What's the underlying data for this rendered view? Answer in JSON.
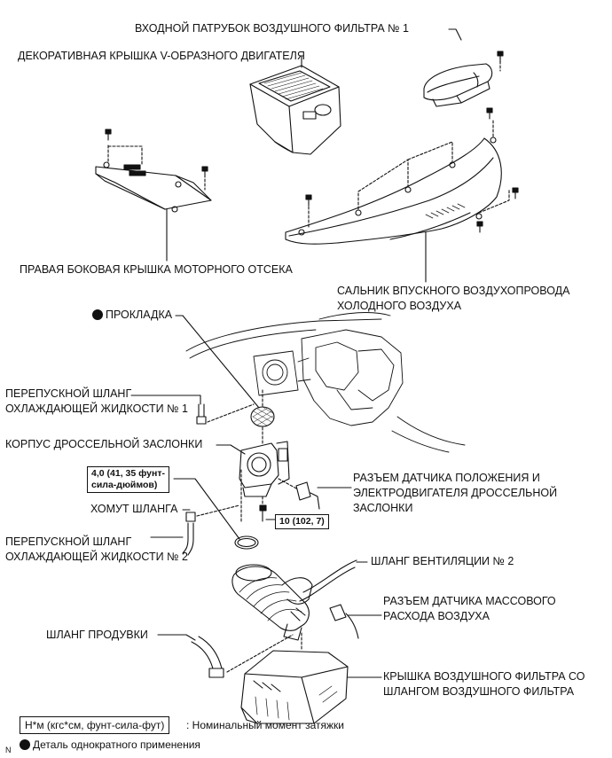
{
  "labels": {
    "air_filter_inlet": "ВХОДНОЙ ПАТРУБОК ВОЗДУШНОГО ФИЛЬТРА № 1",
    "v_engine_cover": "ДЕКОРАТИВНАЯ КРЫШКА V-ОБРАЗНОГО ДВИГАТЕЛЯ",
    "right_side_cover": "ПРАВАЯ БОКОВАЯ КРЫШКА МОТОРНОГО ОТСЕКА",
    "cold_air_seal_1": "САЛЬНИК ВПУСКНОГО ВОЗДУХОПРОВОДА",
    "cold_air_seal_2": "ХОЛОДНОГО ВОЗДУХА",
    "gasket": "ПРОКЛАДКА",
    "coolant_bypass_1_line1": "ПЕРЕПУСКНОЙ ШЛАНГ",
    "coolant_bypass_1_line2": "ОХЛАЖДАЮЩЕЙ ЖИДКОСТИ № 1",
    "throttle_body": "КОРПУС ДРОССЕЛЬНОЙ ЗАСЛОНКИ",
    "hose_clamp": "ХОМУТ ШЛАНГА",
    "coolant_bypass_2_line1": "ПЕРЕПУСКНОЙ ШЛАНГ",
    "coolant_bypass_2_line2": "ОХЛАЖДАЮЩЕЙ ЖИДКОСТИ № 2",
    "tps_connector_1": "РАЗЪЕМ ДАТЧИКА ПОЛОЖЕНИЯ И",
    "tps_connector_2": "ЭЛЕКТРОДВИГАТЕЛЯ ДРОССЕЛЬНОЙ",
    "tps_connector_3": "ЗАСЛОНКИ",
    "ventilation_hose": "ШЛАНГ ВЕНТИЛЯЦИИ № 2",
    "maf_connector_1": "РАЗЪЕМ ДАТЧИКА МАССОВОГО",
    "maf_connector_2": "РАСХОДА ВОЗДУХА",
    "purge_hose": "ШЛАНГ ПРОДУВКИ",
    "air_filter_cap_1": "КРЫШКА ВОЗДУШНОГО ФИЛЬТРА СО",
    "air_filter_cap_2": "ШЛАНГОМ ВОЗДУШНОГО ФИЛЬТРА"
  },
  "torque": {
    "clamp_line1": "4,0 (41, 35 фунт-",
    "clamp_line2": "сила-дюймов)",
    "bolt": "10 (102, 7)"
  },
  "legend": {
    "unit_box": "Н*м (кгс*см, фунт-сила-фут)",
    "unit_desc": ": Номинальный момент затяжки",
    "single_use": "Деталь однократного применения",
    "corner_mark": "N"
  }
}
